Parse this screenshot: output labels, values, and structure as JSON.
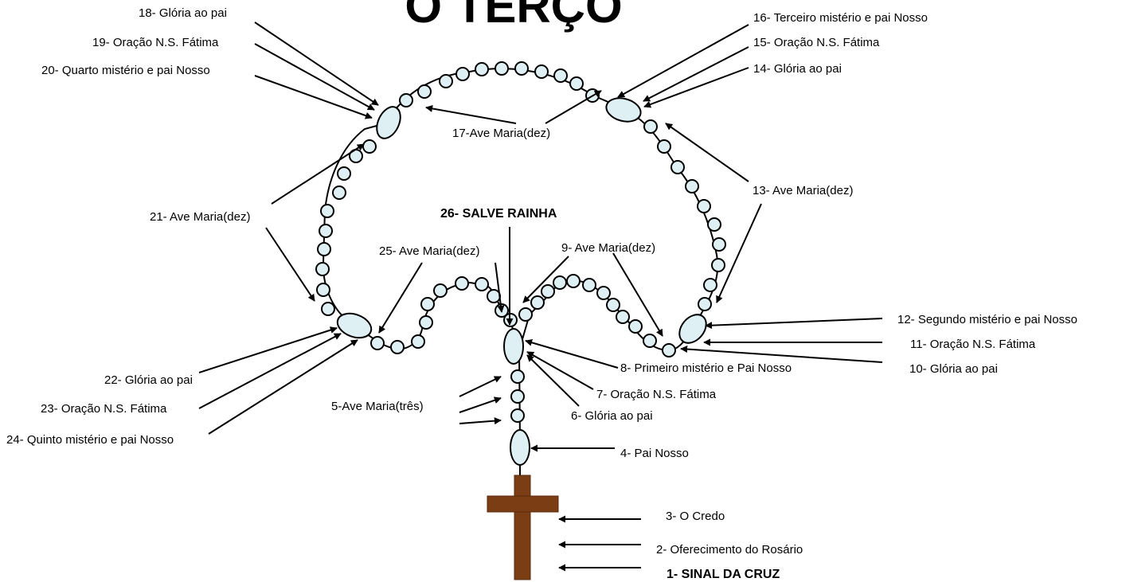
{
  "title": "O TERÇO",
  "colors": {
    "bead_fill": "#dff0f5",
    "bead_stroke": "#000000",
    "cross": "#7a3d14",
    "arrow": "#000000"
  },
  "labels": {
    "l1": "1- SINAL DA CRUZ",
    "l2": "2- Oferecimento do Rosário",
    "l3": "3- O Credo",
    "l4": "4- Pai Nosso",
    "l5": "5-Ave Maria(três)",
    "l6": "6- Glória ao pai",
    "l7": "7- Oração N.S. Fátima",
    "l8": "8- Primeiro mistério e Pai Nosso",
    "l9": "9- Ave Maria(dez)",
    "l10": "10- Glória ao pai",
    "l11": "11- Oração N.S. Fátima",
    "l12": "12- Segundo mistério e pai Nosso",
    "l13": "13- Ave Maria(dez)",
    "l14": "14- Glória ao pai",
    "l15": "15- Oração N.S. Fátima",
    "l16": "16- Terceiro mistério e pai Nosso",
    "l17": "17-Ave Maria(dez)",
    "l18": "18- Glória ao pai",
    "l19": "19- Oração N.S. Fátima",
    "l20": "20- Quarto mistério e pai Nosso",
    "l21": "21- Ave Maria(dez)",
    "l22": "22- Glória ao pai",
    "l23": "23- Oração N.S. Fátima",
    "l24": "24- Quinto mistério e pai Nosso",
    "l25": "25- Ave Maria(dez)",
    "l26": "26- SALVE RAINHA"
  }
}
